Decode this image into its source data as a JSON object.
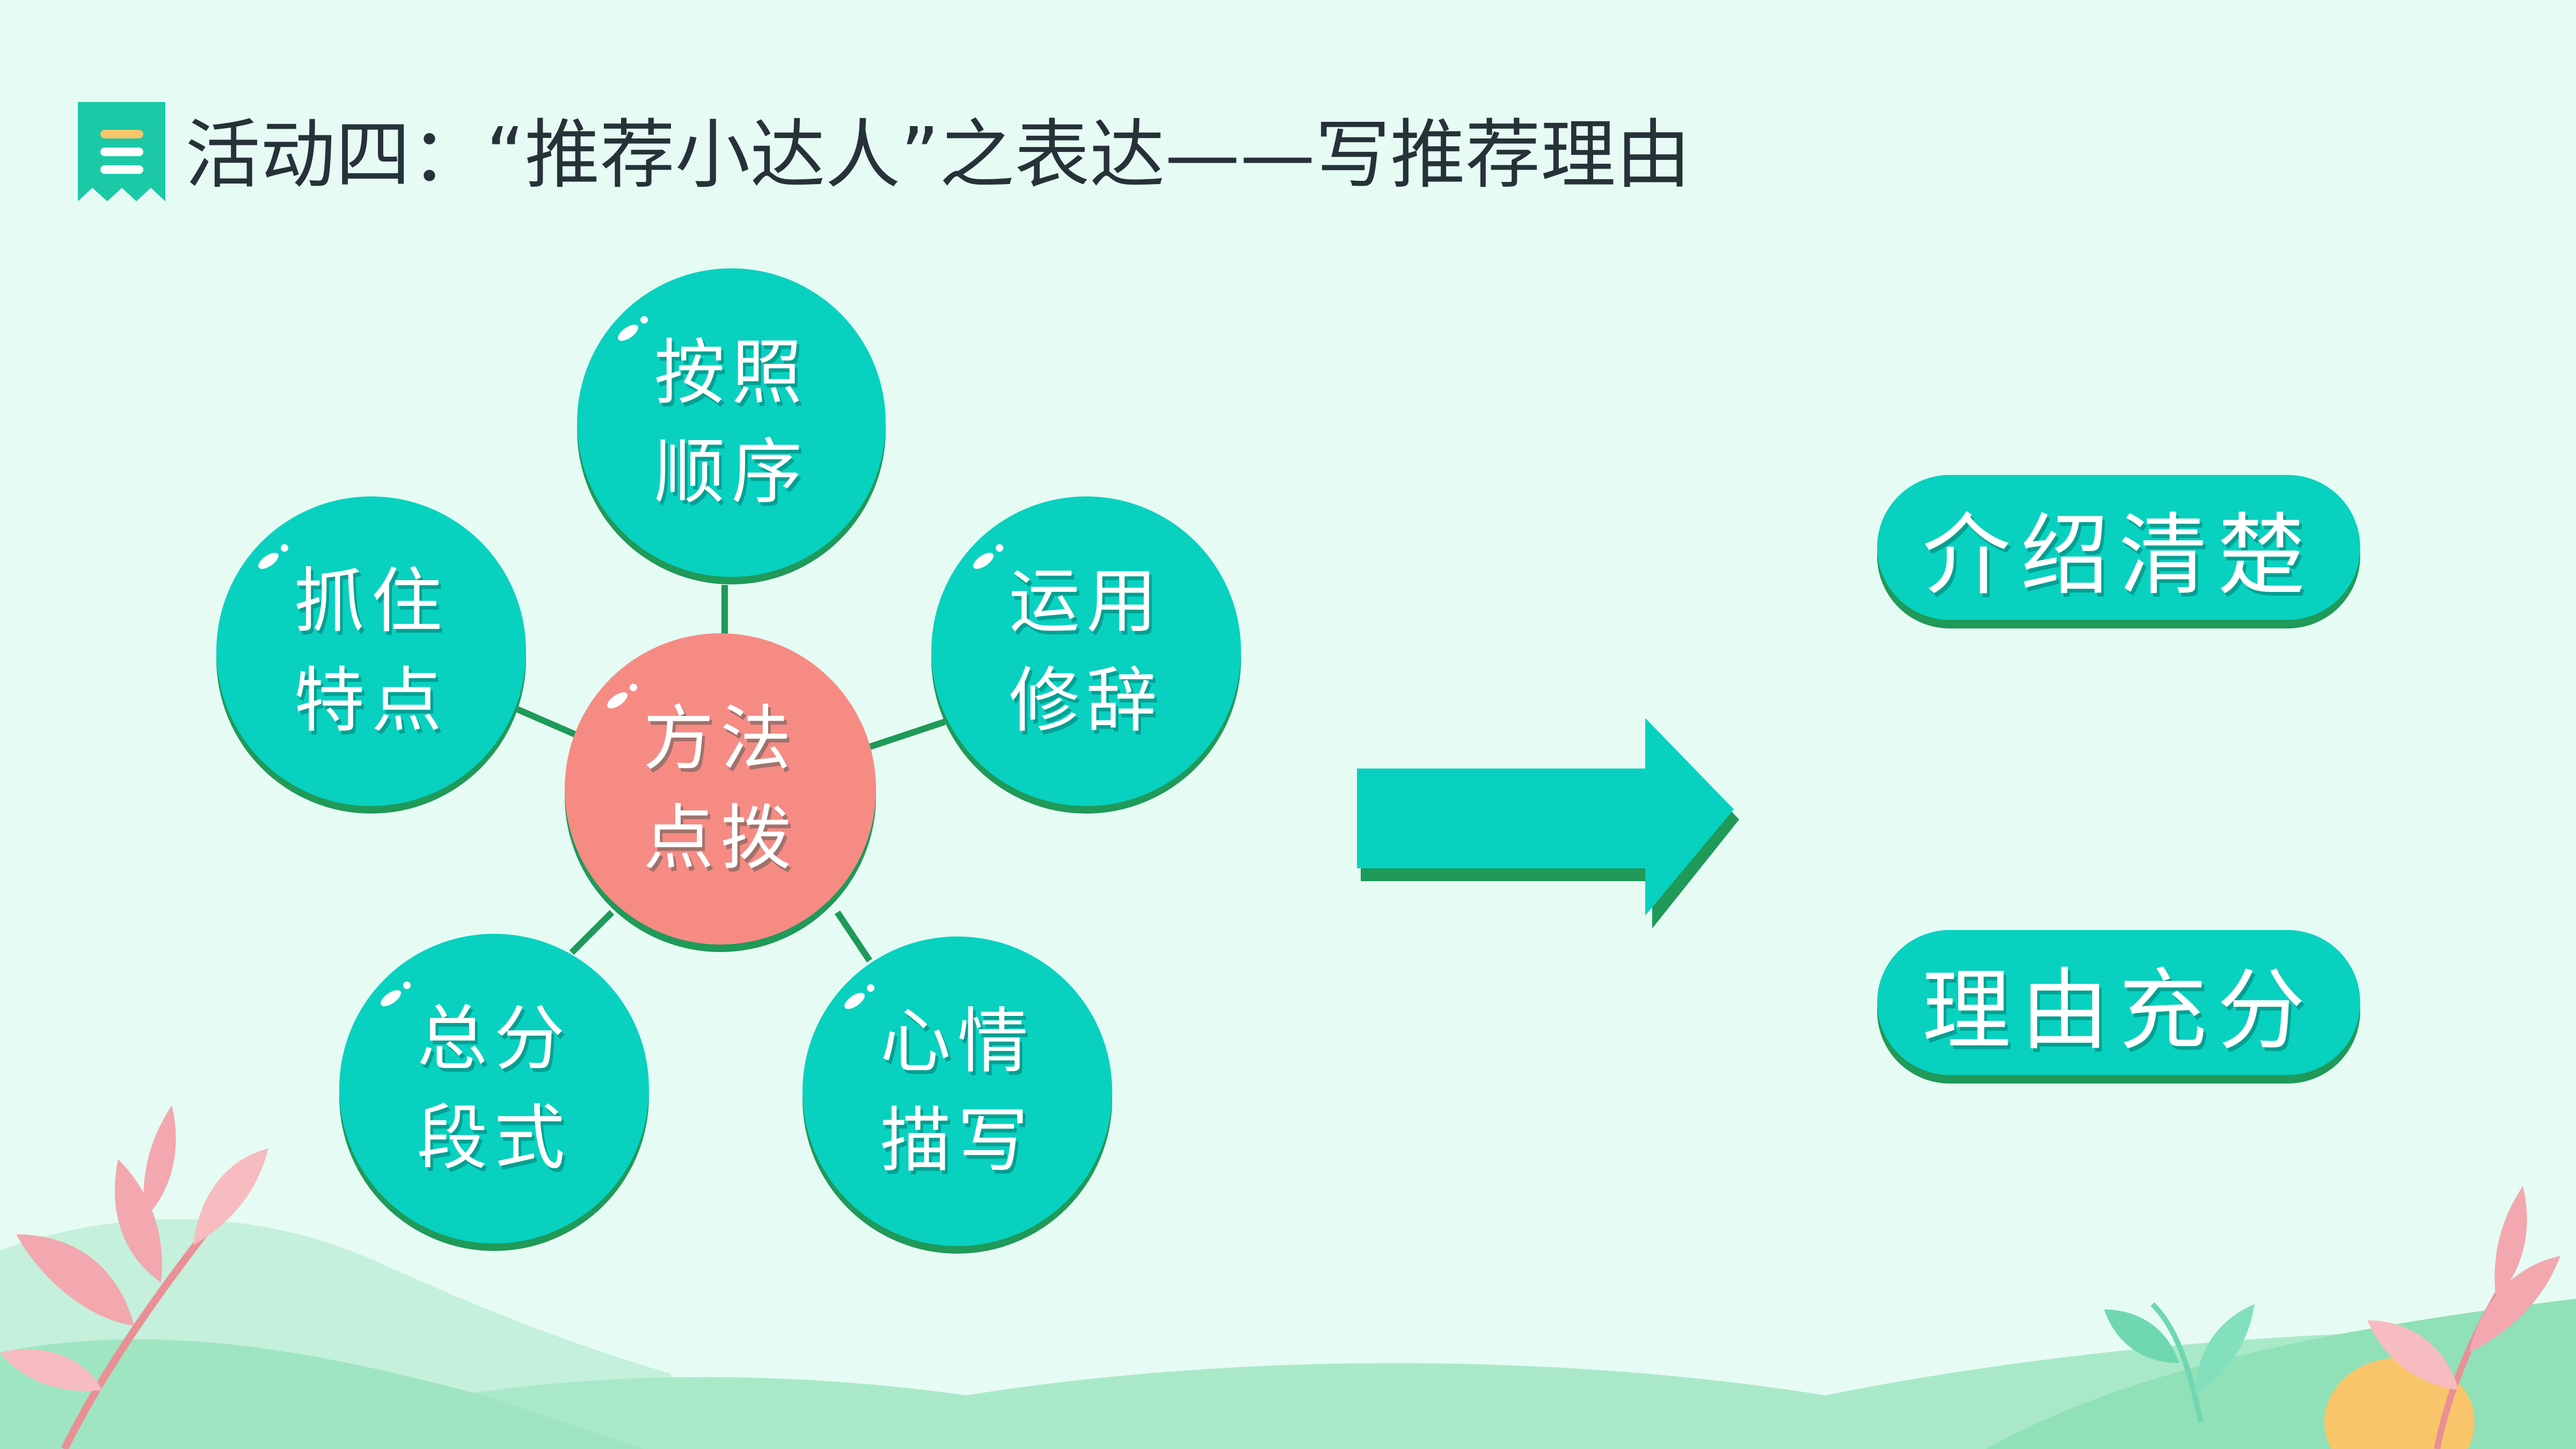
{
  "title": "活动四：“推荐小达人”之表达——写推荐理由",
  "colors": {
    "background": "#e6fbf4",
    "teal": "#08d1c0",
    "teal_shadow": "#1f9a58",
    "center": "#f68b84",
    "title_text": "#263238"
  },
  "diagram": {
    "center": {
      "line1": "方法",
      "line2": "点拨"
    },
    "nodes": [
      {
        "id": "shunxu",
        "line1": "按照",
        "line2": "顺序"
      },
      {
        "id": "tedian",
        "line1": "抓住",
        "line2": "特点"
      },
      {
        "id": "xiuci",
        "line1": "运用",
        "line2": "修辞"
      },
      {
        "id": "duanshi",
        "line1": "总分",
        "line2": "段式"
      },
      {
        "id": "xinqing",
        "line1": "心情",
        "line2": "描写"
      }
    ],
    "results": [
      {
        "id": "qingchu",
        "label": "介绍清楚"
      },
      {
        "id": "chongfen",
        "label": "理由充分"
      }
    ]
  },
  "icons": {
    "title_icon": "list-ribbon-icon",
    "arrow": "right-arrow-icon"
  }
}
